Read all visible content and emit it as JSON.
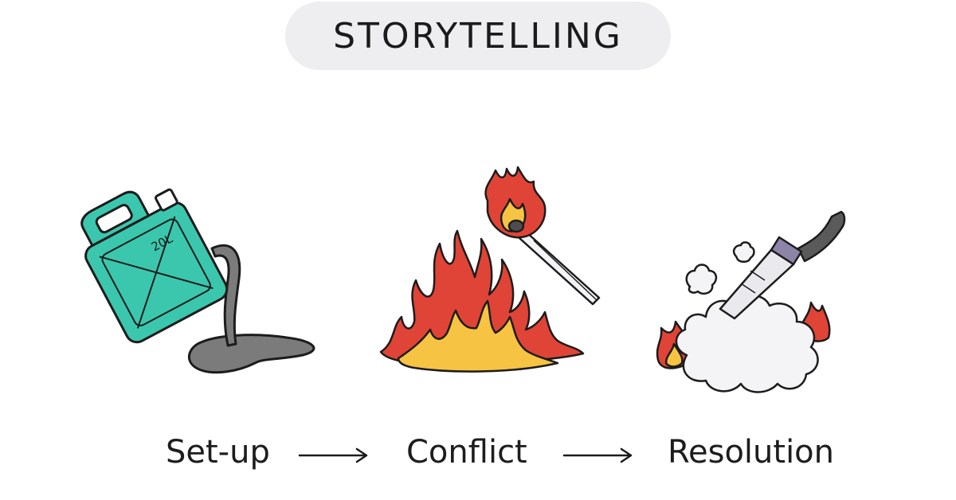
{
  "title": "STORYTELLING",
  "stages": [
    {
      "label": "Set-up",
      "icon": "gasoline-can-icon"
    },
    {
      "label": "Conflict",
      "icon": "fire-icon"
    },
    {
      "label": "Resolution",
      "icon": "extinguished-fire-icon"
    }
  ],
  "can_label": "20L",
  "colors": {
    "can": "#3bc7ad",
    "spill": "#7b7b7b",
    "flame_red": "#e04436",
    "flame_yellow": "#f6c343",
    "smoke": "#f4f4f6",
    "ink": "#1c1c1c"
  }
}
